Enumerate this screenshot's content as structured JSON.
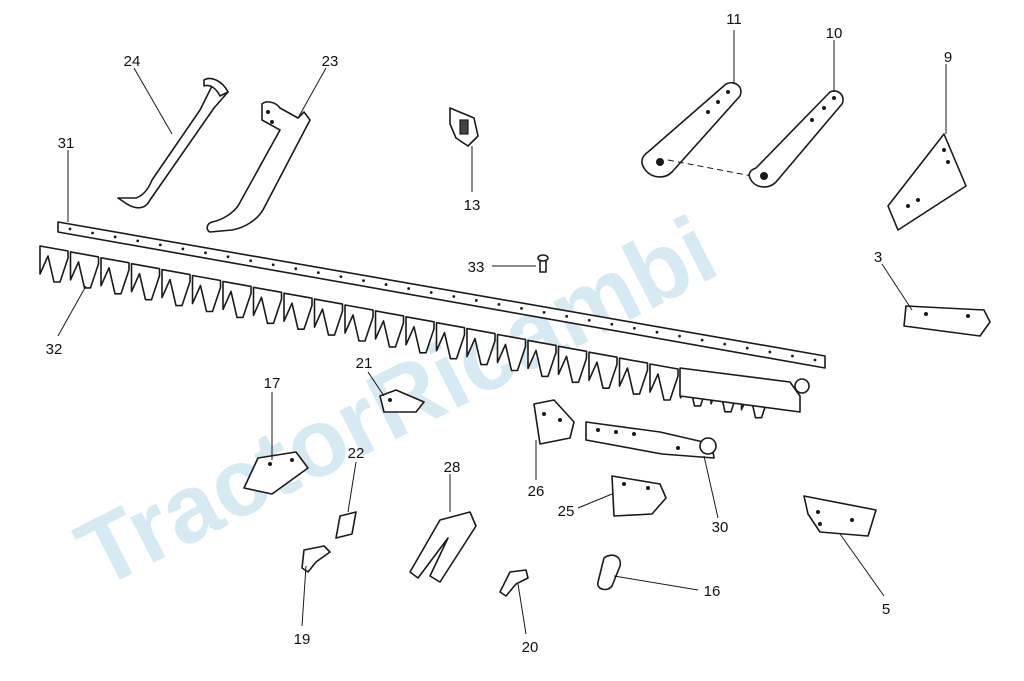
{
  "watermark": "TractorRicambi",
  "callouts": [
    "11",
    "10",
    "9",
    "24",
    "23",
    "13",
    "31",
    "33",
    "3",
    "32",
    "21",
    "17",
    "22",
    "28",
    "26",
    "25",
    "30",
    "5",
    "16",
    "19",
    "20"
  ]
}
